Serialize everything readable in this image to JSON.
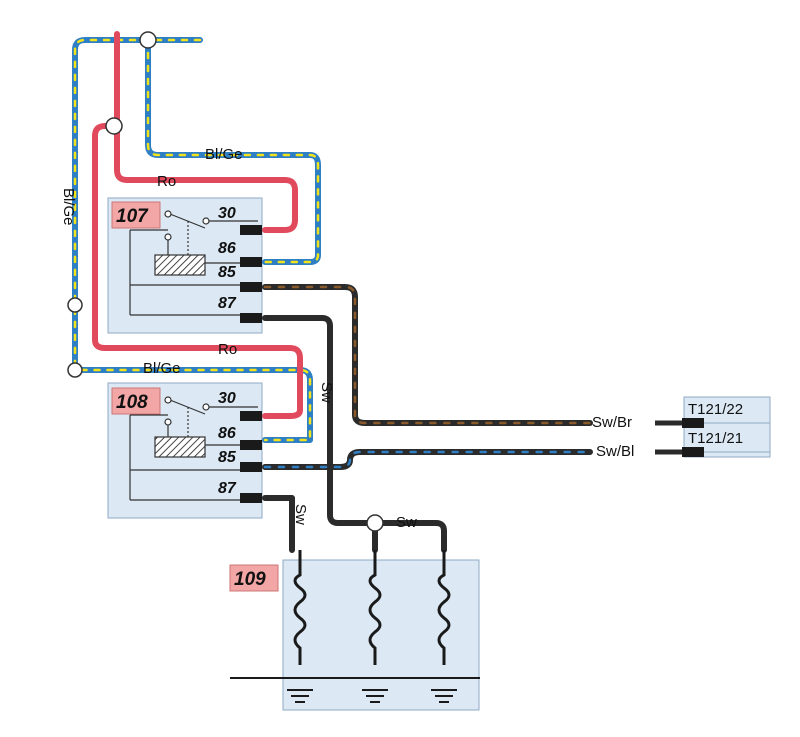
{
  "components": {
    "relay_107": {
      "id": "107",
      "pins": [
        "30",
        "86",
        "85",
        "87"
      ]
    },
    "relay_108": {
      "id": "108",
      "pins": [
        "30",
        "86",
        "85",
        "87"
      ]
    },
    "heater_109": {
      "id": "109"
    }
  },
  "wire_labels": {
    "blge_top": "Bl/Ge",
    "blge_vertical": "Bl/Ge",
    "ro_top": "Ro",
    "ro_mid": "Ro",
    "blge_mid": "Bl/Ge",
    "sw_vertical": "Sw",
    "sw_relay108": "Sw",
    "sw_bottom": "Sw",
    "swbr": "Sw/Br",
    "swbl": "Sw/Bl"
  },
  "connectors": {
    "t121_22": "T121/22",
    "t121_21": "T121/21"
  },
  "colors": {
    "red": "#e04a5c",
    "blue": "#2f7fc4",
    "yellow": "#f2e21a",
    "black": "#2b2b2b",
    "brown": "#8b5a2b",
    "box_fill": "#dce9f5",
    "id_fill": "#f2a6a6"
  }
}
